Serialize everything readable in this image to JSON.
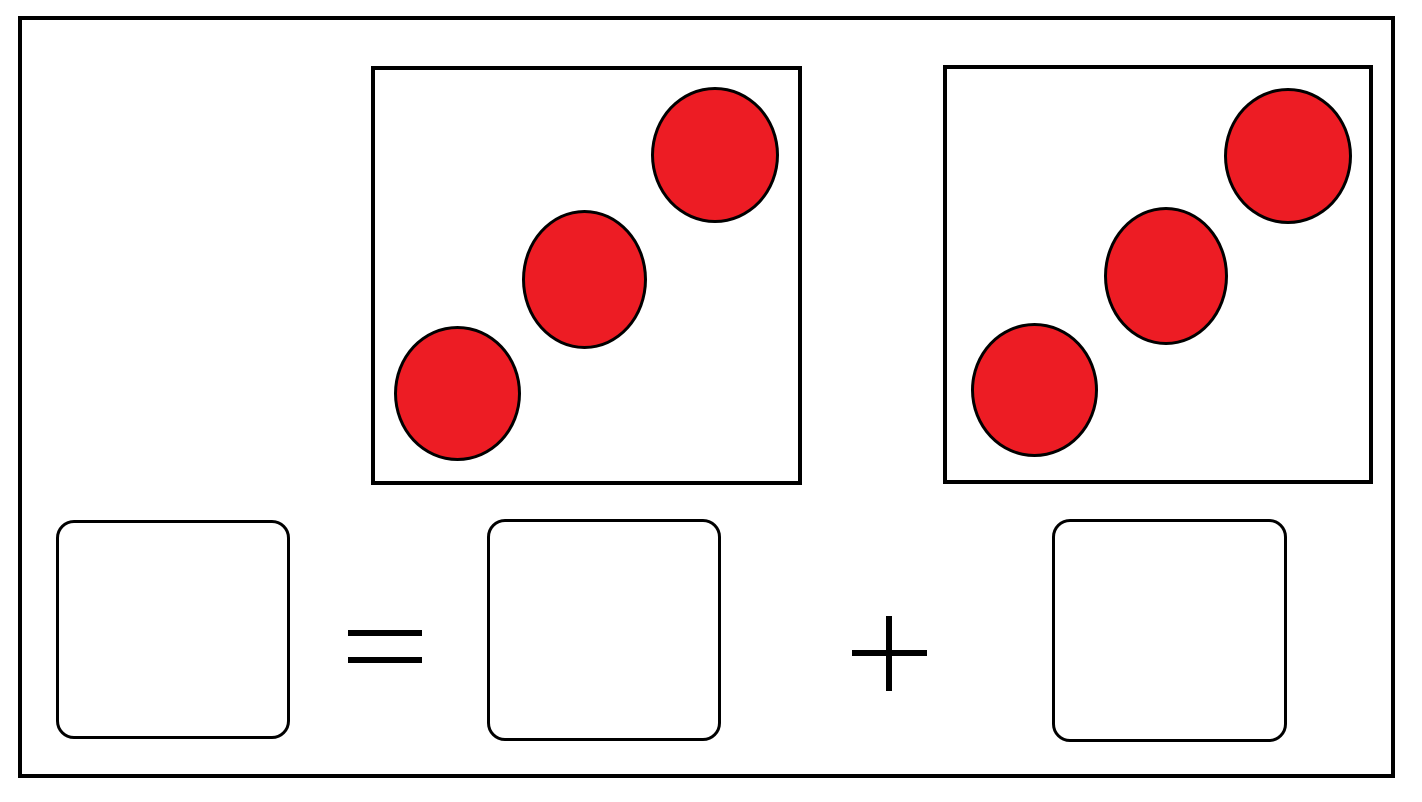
{
  "colors": {
    "dot_fill": "#ed1c24",
    "stroke": "#000000",
    "background": "#ffffff"
  },
  "groups": [
    {
      "name": "left-group",
      "dot_count": 3
    },
    {
      "name": "right-group",
      "dot_count": 3
    }
  ],
  "equation": {
    "equals_symbol": "equals-sign",
    "plus_symbol": "plus-sign",
    "total_answer": "",
    "first_addend_answer": "",
    "second_addend_answer": ""
  }
}
